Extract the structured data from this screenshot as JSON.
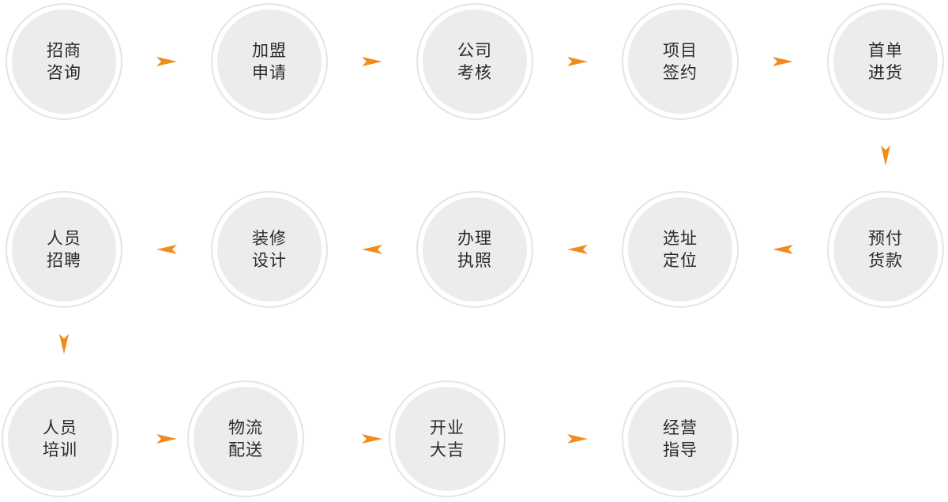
{
  "steps": [
    {
      "line1": "招商",
      "line2": "咨询"
    },
    {
      "line1": "加盟",
      "line2": "申请"
    },
    {
      "line1": "公司",
      "line2": "考核"
    },
    {
      "line1": "项目",
      "line2": "签约"
    },
    {
      "line1": "首单",
      "line2": "进货"
    },
    {
      "line1": "预付",
      "line2": "货款"
    },
    {
      "line1": "选址",
      "line2": "定位"
    },
    {
      "line1": "办理",
      "line2": "执照"
    },
    {
      "line1": "装修",
      "line2": "设计"
    },
    {
      "line1": "人员",
      "line2": "招聘"
    },
    {
      "line1": "人员",
      "line2": "培训"
    },
    {
      "line1": "物流",
      "line2": "配送"
    },
    {
      "line1": "开业",
      "line2": "大吉"
    },
    {
      "line1": "经营",
      "line2": "指导"
    }
  ],
  "colors": {
    "arrow": "#f08c1e",
    "circle_fill": "#ececec",
    "circle_ring": "#e4e4e4",
    "text": "#2a2a2a"
  }
}
